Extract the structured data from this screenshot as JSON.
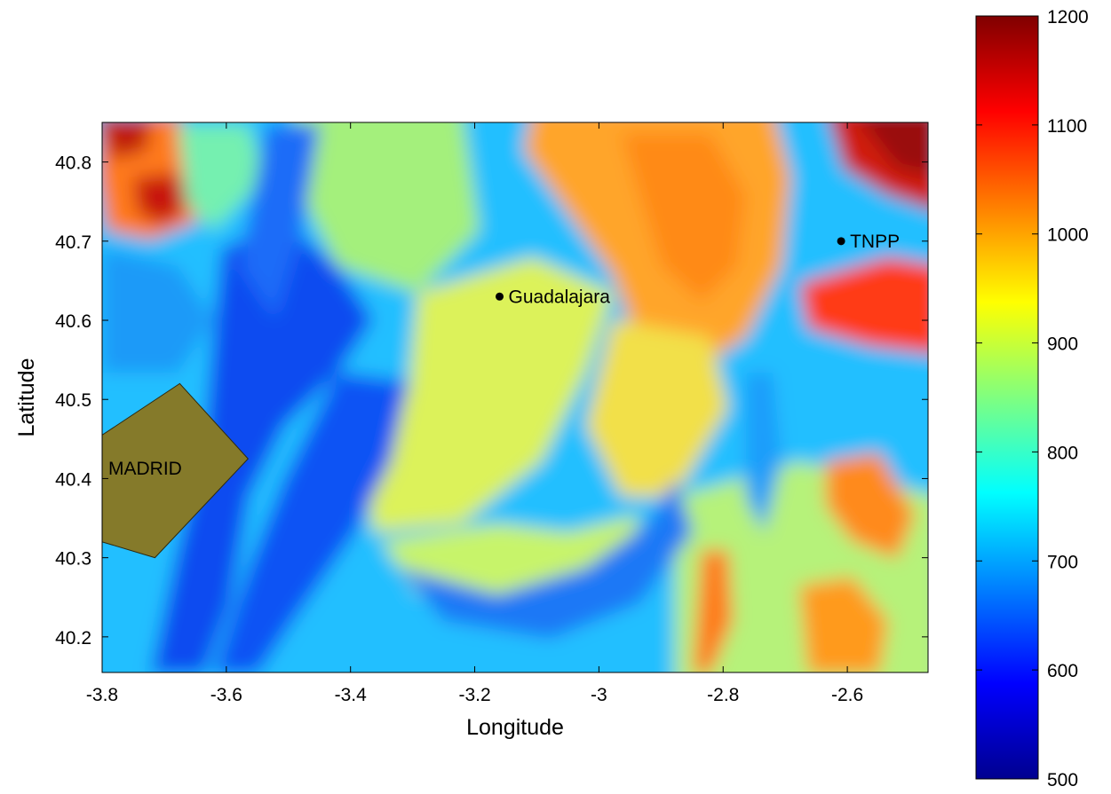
{
  "map": {
    "xlabel": "Longitude",
    "ylabel": "Latitude",
    "xlim": [
      -3.8,
      -2.47
    ],
    "ylim": [
      40.155,
      40.85
    ],
    "x_ticks": [
      {
        "value": -3.8,
        "label": "-3.8"
      },
      {
        "value": -3.6,
        "label": "-3.6"
      },
      {
        "value": -3.4,
        "label": "-3.4"
      },
      {
        "value": -3.2,
        "label": "-3.2"
      },
      {
        "value": -3.0,
        "label": "-3"
      },
      {
        "value": -2.8,
        "label": "-2.8"
      },
      {
        "value": -2.6,
        "label": "-2.6"
      }
    ],
    "y_ticks": [
      {
        "value": 40.2,
        "label": "40.2"
      },
      {
        "value": 40.3,
        "label": "40.3"
      },
      {
        "value": 40.4,
        "label": "40.4"
      },
      {
        "value": 40.5,
        "label": "40.5"
      },
      {
        "value": 40.6,
        "label": "40.6"
      },
      {
        "value": 40.7,
        "label": "40.7"
      },
      {
        "value": 40.8,
        "label": "40.8"
      }
    ],
    "colorbar": {
      "min": 500,
      "max": 1200,
      "ticks": [
        {
          "value": 500,
          "label": "500"
        },
        {
          "value": 600,
          "label": "600"
        },
        {
          "value": 700,
          "label": "700"
        },
        {
          "value": 800,
          "label": "800"
        },
        {
          "value": 900,
          "label": "900"
        },
        {
          "value": 1000,
          "label": "1000"
        },
        {
          "value": 1100,
          "label": "1100"
        },
        {
          "value": 1200,
          "label": "1200"
        }
      ],
      "colormap": [
        "#00008f",
        "#0000ff",
        "#00ffff",
        "#ffff00",
        "#ff0000",
        "#800000"
      ]
    },
    "places": [
      {
        "id": "guadalajara",
        "name": "Guadalajara",
        "lon": -3.16,
        "lat": 40.63
      },
      {
        "id": "tnpp",
        "name": "TNPP",
        "lon": -2.61,
        "lat": 40.7
      }
    ],
    "region": {
      "name": "MADRID",
      "fill": "#857a2a",
      "polygon": [
        [
          -3.8,
          40.455
        ],
        [
          -3.675,
          40.52
        ],
        [
          -3.565,
          40.425
        ],
        [
          -3.715,
          40.3
        ],
        [
          -3.8,
          40.32
        ]
      ]
    }
  }
}
